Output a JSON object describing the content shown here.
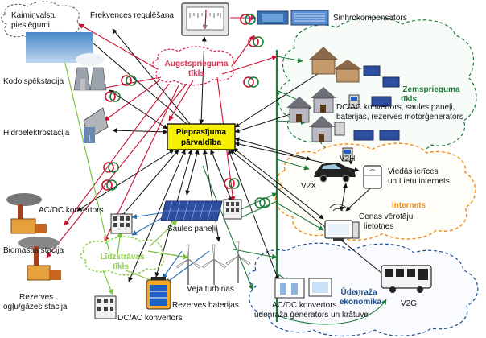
{
  "center": {
    "line1": "Pieprasījuma",
    "line2": "pārvaldība"
  },
  "labels": {
    "neighbors_1": "Kaimiņvalstu",
    "neighbors_2": "pieslēgumi",
    "frequency": "Frekvences regulēšana",
    "synchro": "Sinhrokompensators",
    "coal": "Kodolspēkstacija",
    "hydro": "Hidroelektrostacija",
    "acdc1": "AC/DC konvertors",
    "biomass": "Biomasas stacija",
    "reserve_1": "Rezerves",
    "reserve_2": "ogļu/gāzes stacija",
    "solar": "Saules paneļi",
    "wind": "Vēja turbīnas",
    "batteries": "Rezerves baterijas",
    "dcac": "DC/AC konvertors",
    "v2h": "V2H",
    "v2x": "V2X",
    "public_1": "Viedās ierīces",
    "public_2": "un Lietu internets",
    "prices_1": "Cenas vērotāju",
    "prices_2": "lietotnes",
    "v2g": "V2G",
    "h2_1": "AC/DC konvertors",
    "h2_2": "ūdeņraža ģenerators un krātuve",
    "dcac_desc_1": "DC/AC konvertors, saules paneļi,",
    "dcac_desc_2": "baterijas, rezerves motorģenerators"
  },
  "clouds": {
    "high_1": "Augstsprieguma",
    "high_2": "tīkls",
    "low_1": "Zemsprieguma",
    "low_2": "tīkls",
    "internet": "Internets",
    "dc_1": "Līdzstrāvas",
    "dc_2": "tīkls",
    "h2_1": "Ūdeņraža",
    "h2_2": "ekonomika"
  },
  "meter": {
    "scale": "Hz"
  },
  "colors": {
    "high": "#d62c4e",
    "low": "#1e7a3a",
    "internet": "#f08c1a",
    "dc": "#8fd14f",
    "h2": "#1e4d8c",
    "center_fill": "#f5ee00"
  }
}
